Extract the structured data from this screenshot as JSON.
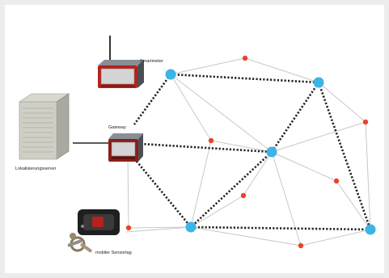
{
  "labels": {
    "smartmeter": "Smartmeter",
    "gateway": "Gateway",
    "server": "Lokalisierungsserver",
    "tag": "mobiler Sensortag"
  },
  "colors": {
    "anchor_node": "#3cb4e6",
    "mobile_node": "#e8442c",
    "thin_link": "#c8c8c8",
    "main_link": "#222222",
    "device_red": "#b5221c"
  }
}
